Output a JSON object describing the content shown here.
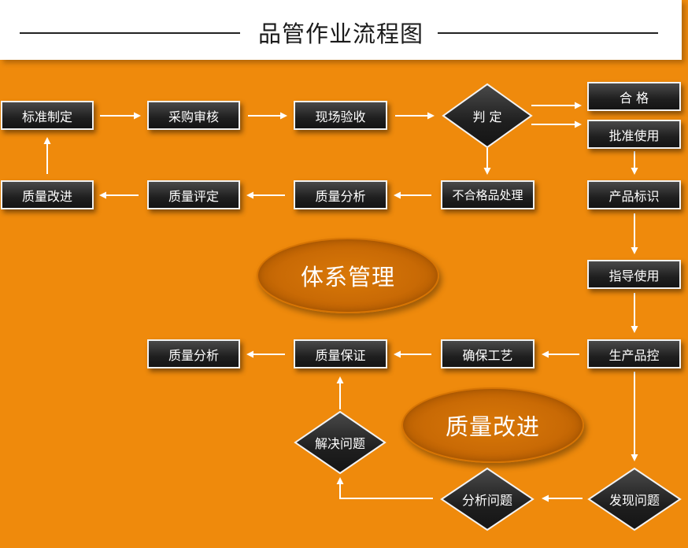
{
  "title": "品管作业流程图",
  "nodes": {
    "standard": "标准制定",
    "purchase_review": "采购审核",
    "onsite_inspection": "现场验收",
    "judge": "判 定",
    "qualified": "合 格",
    "approved_use": "批准使用",
    "quality_improve_box": "质量改进",
    "quality_evaluate": "质量评定",
    "quality_analysis_top": "质量分析",
    "nonconforming": "不合格品处理",
    "product_marking": "产品标识",
    "guide_use": "指导使用",
    "quality_analysis_bottom": "质量分析",
    "quality_assurance": "质量保证",
    "ensure_process": "确保工艺",
    "production_control": "生产品控",
    "solve_problem": "解决问题",
    "analyze_problem": "分析问题",
    "find_problem": "发现问题"
  },
  "labels": {
    "system_management": "体系管理",
    "quality_improvement": "质量改进"
  }
}
